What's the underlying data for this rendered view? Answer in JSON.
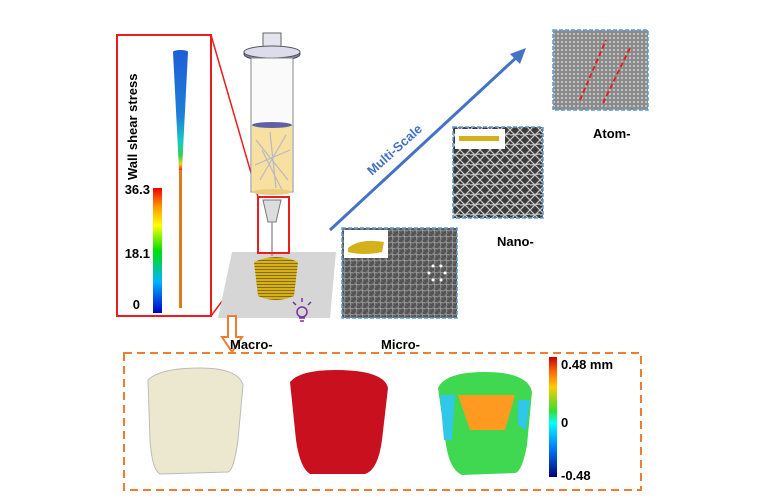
{
  "simulation": {
    "title": "Wall shear stress",
    "scale_max": "36.3",
    "scale_mid": "18.1",
    "scale_min": "0"
  },
  "scales": {
    "arrow_label": "Multi-Scale",
    "macro": "Macro-",
    "micro": "Micro-",
    "nano": "Nano-",
    "atom": "Atom-"
  },
  "deviation": {
    "scale_max": "0.48 mm",
    "scale_mid": "0",
    "scale_min": "-0.48"
  },
  "colors": {
    "highlight_red": "#ee1c1c",
    "arrow_blue": "#4472c4",
    "dashed_orange": "#ed7d31",
    "image_border_blue": "#5b9bd5",
    "print_gold": "#c9a514"
  }
}
